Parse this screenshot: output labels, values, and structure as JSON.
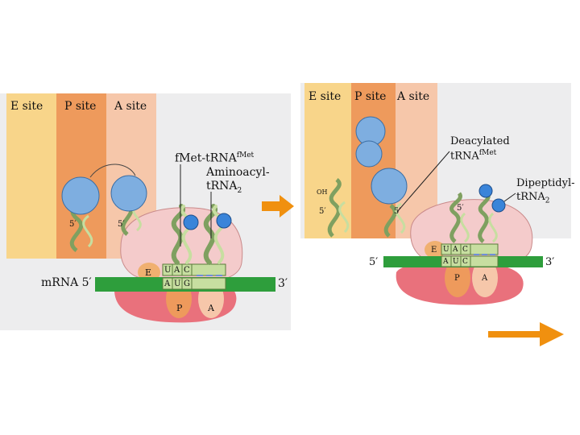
{
  "colors": {
    "e_site": "#f8d58a",
    "p_site": "#ee9a5c",
    "a_site": "#f6c7aa",
    "panel_bg": "#ededee",
    "ribosome_large": "#f4cbcb",
    "ribosome_small": "#e9717c",
    "mrna": "#2e9e3c",
    "trna_green": "#c7dea0",
    "amino_acid_blue": "#7eaee0",
    "arrow_orange": "#f0900f"
  },
  "left": {
    "sites": [
      "E site",
      "P site",
      "A site"
    ],
    "fmet_trna_prefix": "fMet-tRNA",
    "fmet_trna_sup": "fMet",
    "aminoacyl_line1": "Aminoacyl-",
    "aminoacyl_line2": "tRNA",
    "aminoacyl_sub": "2",
    "mrna_label": "mRNA 5′",
    "mrna_3prime": "3′",
    "e_label": "E",
    "p_label": "P",
    "a_label": "A",
    "anticodon": [
      "U",
      "A",
      "C"
    ],
    "codon": [
      "A",
      "U",
      "G"
    ],
    "five_prime_p": "5′",
    "five_prime_a": "5′"
  },
  "right": {
    "sites": [
      "E site",
      "P site",
      "A site"
    ],
    "deacylated_line1": "Deacylated",
    "deacylated_line2_prefix": "tRNA",
    "deacylated_sup": "fMet",
    "dipeptidyl_line1": "Dipeptidyl-",
    "dipeptidyl_line2": "tRNA",
    "dipeptidyl_sub": "2",
    "mrna_5prime": "5′",
    "mrna_3prime": "3′",
    "e_label": "E",
    "p_label": "P",
    "a_label": "A",
    "anticodon": [
      "U",
      "A",
      "C"
    ],
    "codon": [
      "A",
      "U",
      "C"
    ],
    "five_prime_e": "5′",
    "five_prime_p": "5′",
    "five_prime_a": "5′",
    "oh_label": "OH"
  }
}
